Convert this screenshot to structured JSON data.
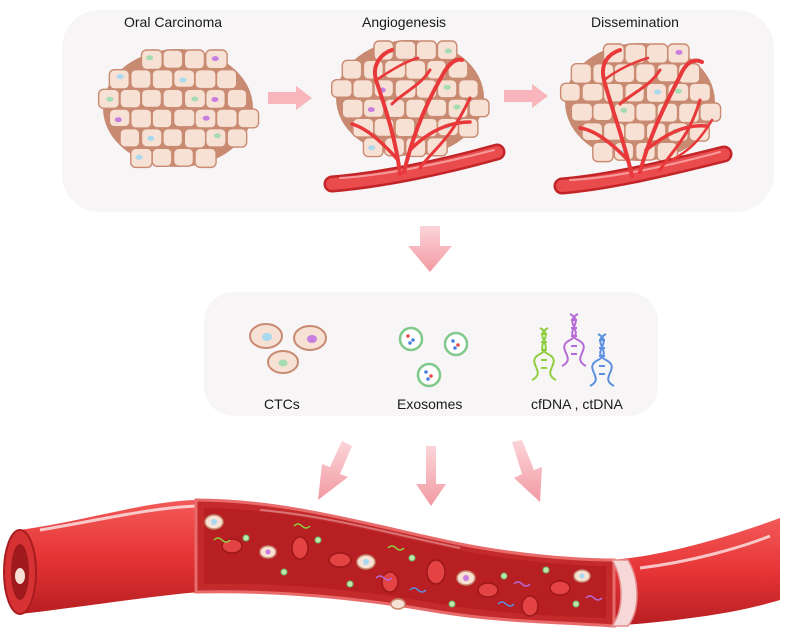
{
  "stages": [
    {
      "label": "Oral Carcinoma"
    },
    {
      "label": "Angiogenesis"
    },
    {
      "label": "Dissemination"
    }
  ],
  "biomarkers": [
    {
      "label": "CTCs"
    },
    {
      "label": "Exosomes"
    },
    {
      "label": "cfDNA , ctDNA"
    }
  ],
  "colors": {
    "panel_bg": "#f7f5f5",
    "tumor_cell_fill": "#f7e1d5",
    "tumor_cell_stroke": "#c98a72",
    "vessel_red": "#e8383a",
    "vessel_dark": "#b51f22",
    "arrow_pink": "#f6b3ba",
    "nucleus_blue": "#a9d9ef",
    "nucleus_purple": "#c77ee0",
    "nucleus_green": "#a5dcb0",
    "exosome_green": "#7fc98a",
    "dna_green": "#8fce3f",
    "dna_purple": "#b66ad6",
    "dna_blue": "#5b8fe0"
  }
}
